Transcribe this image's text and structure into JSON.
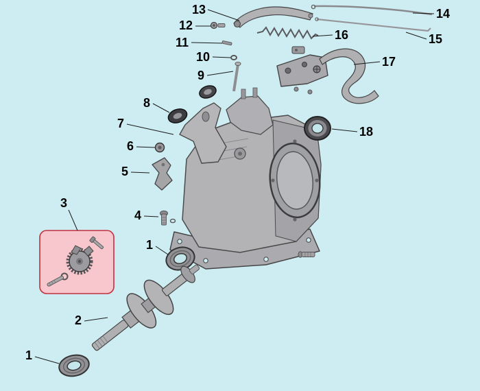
{
  "diagram": {
    "colors": {
      "background": "#cdedf2",
      "highlight_fill": "#f8c7cd",
      "highlight_stroke": "#c0303c",
      "part_gray": "#b3b3b6",
      "outline": "#4a4a4a"
    },
    "callouts": [
      {
        "label": "13"
      },
      {
        "label": "12"
      },
      {
        "label": "14"
      },
      {
        "label": "11"
      },
      {
        "label": "16"
      },
      {
        "label": "15"
      },
      {
        "label": "10"
      },
      {
        "label": "17"
      },
      {
        "label": "9"
      },
      {
        "label": "8"
      },
      {
        "label": "18"
      },
      {
        "label": "7"
      },
      {
        "label": "6"
      },
      {
        "label": "5"
      },
      {
        "label": "3"
      },
      {
        "label": "4"
      },
      {
        "label": "1"
      },
      {
        "label": "2"
      },
      {
        "label": "1"
      }
    ]
  }
}
